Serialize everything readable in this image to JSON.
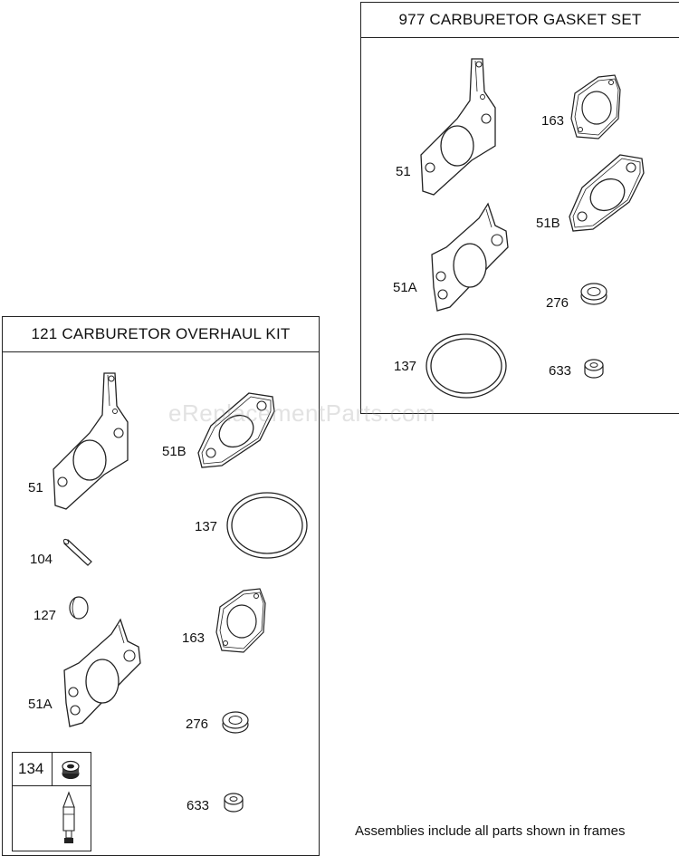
{
  "frames": {
    "gasket_set": {
      "title": "977 CARBURETOR GASKET SET",
      "labels": {
        "p51": "51",
        "p163": "163",
        "p51b": "51B",
        "p51a": "51A",
        "p276": "276",
        "p137": "137",
        "p633": "633"
      }
    },
    "overhaul_kit": {
      "title": "121 CARBURETOR OVERHAUL KIT",
      "labels": {
        "p51": "51",
        "p51b": "51B",
        "p137": "137",
        "p104": "104",
        "p127": "127",
        "p163": "163",
        "p51a": "51A",
        "p276": "276",
        "p134": "134",
        "p633": "633"
      }
    }
  },
  "watermark": "eReplacementParts.com",
  "footer_note": "Assemblies include all parts shown in frames",
  "icons": [
    "gasket-icon",
    "gasket-bracket-icon",
    "o-ring-icon",
    "washer-icon",
    "pin-icon",
    "plug-icon",
    "needle-valve-icon",
    "seat-icon"
  ]
}
